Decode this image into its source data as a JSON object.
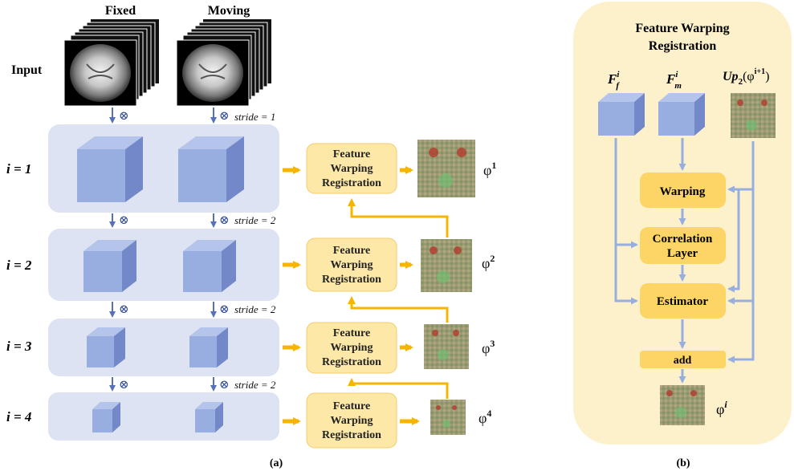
{
  "panel_a": {
    "caption": "(a)",
    "input_label": "Input",
    "fixed_label": "Fixed",
    "moving_label": "Moving",
    "conv_symbol": "⊗",
    "levels": [
      {
        "name": "i = 1",
        "stride": "stride = 1",
        "fwr": [
          "Feature",
          "Warping",
          "Registration"
        ],
        "phi": "φ",
        "phi_sup": "1"
      },
      {
        "name": "i = 2",
        "stride": "stride = 2",
        "fwr": [
          "Feature",
          "Warping",
          "Registration"
        ],
        "phi": "φ",
        "phi_sup": "2"
      },
      {
        "name": "i = 3",
        "stride": "stride = 2",
        "fwr": [
          "Feature",
          "Warping",
          "Registration"
        ],
        "phi": "φ",
        "phi_sup": "3"
      },
      {
        "name": "i = 4",
        "stride": "stride = 2",
        "fwr": [
          "Feature",
          "Warping",
          "Registration"
        ],
        "phi": "φ",
        "phi_sup": "4"
      }
    ]
  },
  "panel_b": {
    "caption": "(b)",
    "title_line1": "Feature Warping",
    "title_line2": "Registration",
    "ff_base": "F",
    "ff_sup": "i",
    "ff_sub": "f",
    "fm_base": "F",
    "fm_sup": "i",
    "fm_sub": "m",
    "up_base": "Up",
    "up_sub": "2",
    "up_arg": "(φ",
    "up_sup": "i+1",
    "up_close": ")",
    "warping": "Warping",
    "correlation_line1": "Correlation",
    "correlation_line2": "Layer",
    "estimator": "Estimator",
    "add": "add",
    "phi": "φ",
    "phi_sup": "i"
  },
  "colors": {
    "level_bg": "#dde3f2",
    "cube_front": "#98aee0",
    "cube_top": "#b4c4ea",
    "cube_side": "#7388c8",
    "fwr_fill": "#fde8a8",
    "fwr_stroke": "#f2cc6a",
    "orange_arrow": "#f7b500",
    "blue_arrow": "#5572b8",
    "panel_b_bg": "#fdf1cc",
    "module_fill": "#fdd566",
    "flow_arrow": "#97aee0"
  }
}
